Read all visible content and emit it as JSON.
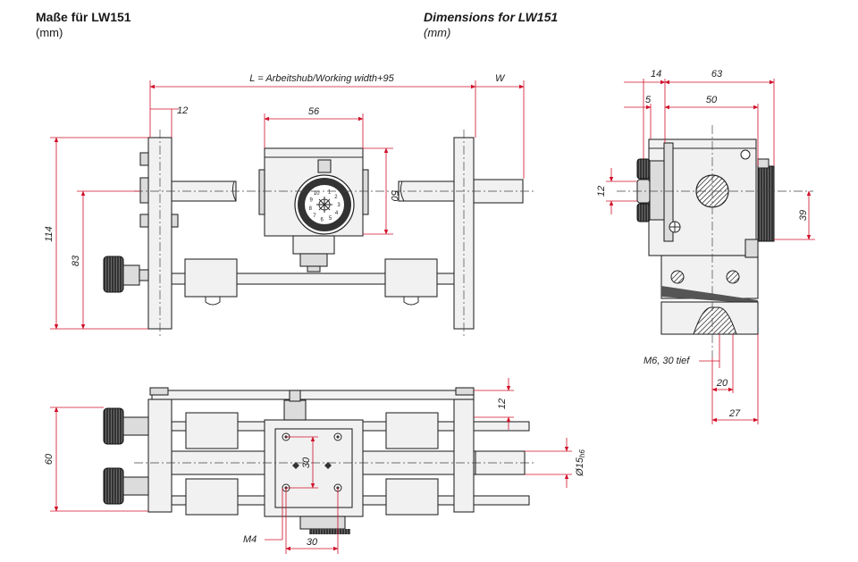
{
  "header": {
    "title_de": "Maße für LW151",
    "unit_de": "(mm)",
    "title_en": "Dimensions for LW151",
    "unit_en": "(mm)"
  },
  "front_view": {
    "working_width": "L = Arbeitshub/Working width+95",
    "w_label": "W",
    "plate_thickness": "12",
    "carriage_width": "56",
    "carriage_height": "50",
    "total_height": "114",
    "axis_height": "83"
  },
  "side_view": {
    "dim_14": "14",
    "dim_63": "63",
    "dim_5": "5",
    "dim_50": "50",
    "dim_12": "12",
    "dim_39": "39",
    "thread_note": "M6, 30 tief",
    "dim_20": "20",
    "dim_27": "27"
  },
  "top_view": {
    "dim_60": "60",
    "dim_12": "12",
    "rod_diameter": "Ø15",
    "rod_tolerance": "h6",
    "hole_spacing_v": "30",
    "hole_spacing_h": "30",
    "thread_note": "M4"
  },
  "dial": {
    "numbers": [
      "1",
      "2",
      "3",
      "4",
      "5",
      "6",
      "7",
      "8",
      "9",
      "10"
    ]
  },
  "colors": {
    "dimension_line": "#d0102a",
    "outline": "#2a2a2a"
  }
}
